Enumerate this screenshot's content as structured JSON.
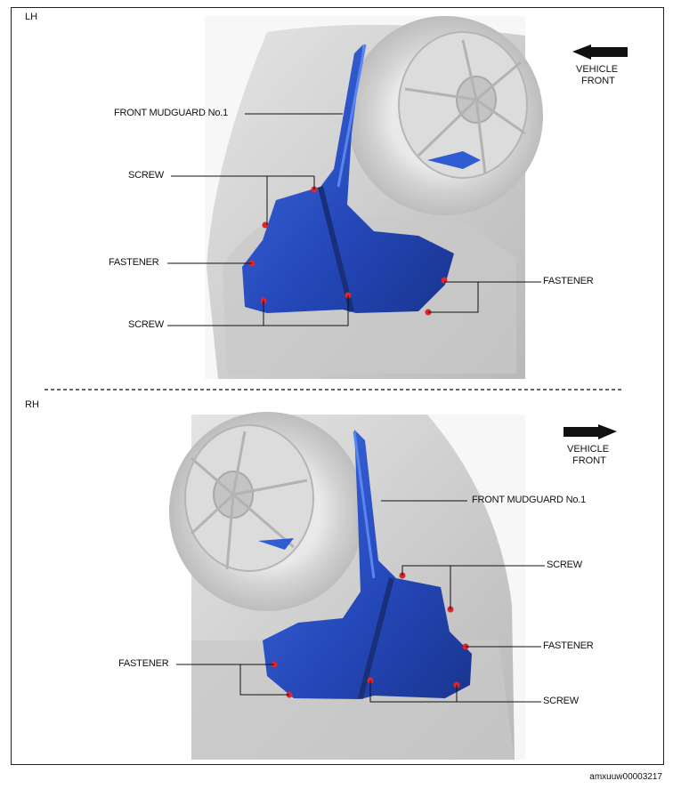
{
  "lh": {
    "section_label": "LH",
    "direction_label_line1": "VEHICLE",
    "direction_label_line2": "FRONT",
    "callouts": {
      "mudguard": "FRONT MUDGUARD No.1",
      "screw_top": "SCREW",
      "fastener_left": "FASTENER",
      "screw_bottom": "SCREW",
      "fastener_right": "FASTENER"
    }
  },
  "rh": {
    "section_label": "RH",
    "direction_label_line1": "VEHICLE",
    "direction_label_line2": "FRONT",
    "callouts": {
      "mudguard": "FRONT MUDGUARD No.1",
      "screw_top": "SCREW",
      "fastener_right": "FASTENER",
      "fastener_left": "FASTENER",
      "screw_bottom": "SCREW"
    }
  },
  "document_id": "amxuuw00003217",
  "colors": {
    "mudguard": "#2a52c9",
    "fastener_marker": "#e0242b",
    "vehicle_gray": "#cfcfcf"
  }
}
